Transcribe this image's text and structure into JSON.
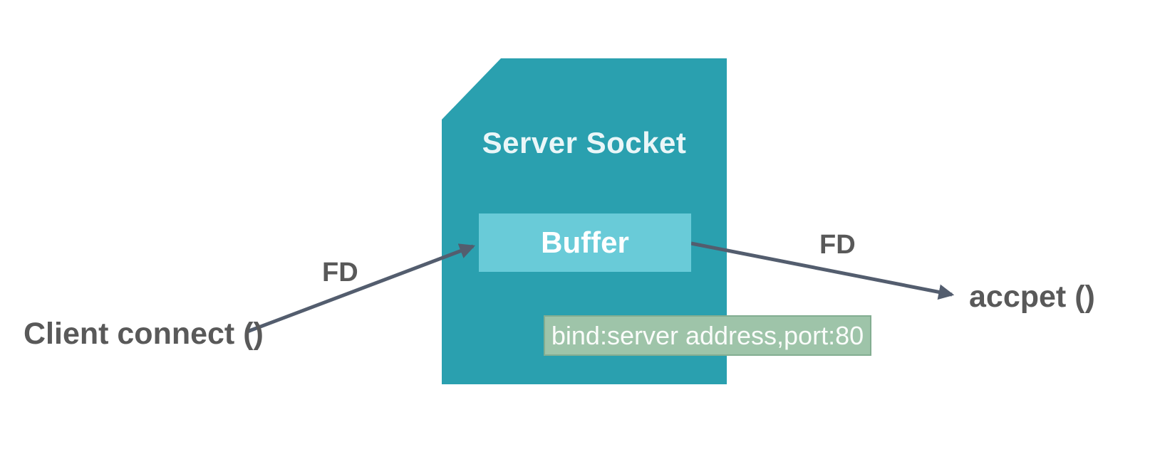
{
  "colors": {
    "teal": "#2AA0AF",
    "buffer_fill": "#69CBD8",
    "bind_fill": "#9EC4A9",
    "bind_border": "#83AD91",
    "arrow": "#535D6E",
    "label_text": "#595959",
    "server_title_text": "#EAF6F8",
    "buffer_text": "#FFFFFF",
    "bind_text": "#FAFCFA",
    "canvas_bg": "#FFFFFF"
  },
  "diagram": {
    "server_socket_title": "Server Socket",
    "buffer_label": "Buffer",
    "bind_label": "bind:server address,port:80",
    "client_label": "Client connect ()",
    "fd_left_label": "FD",
    "fd_right_label": "FD",
    "accept_label": "accpet ()"
  }
}
